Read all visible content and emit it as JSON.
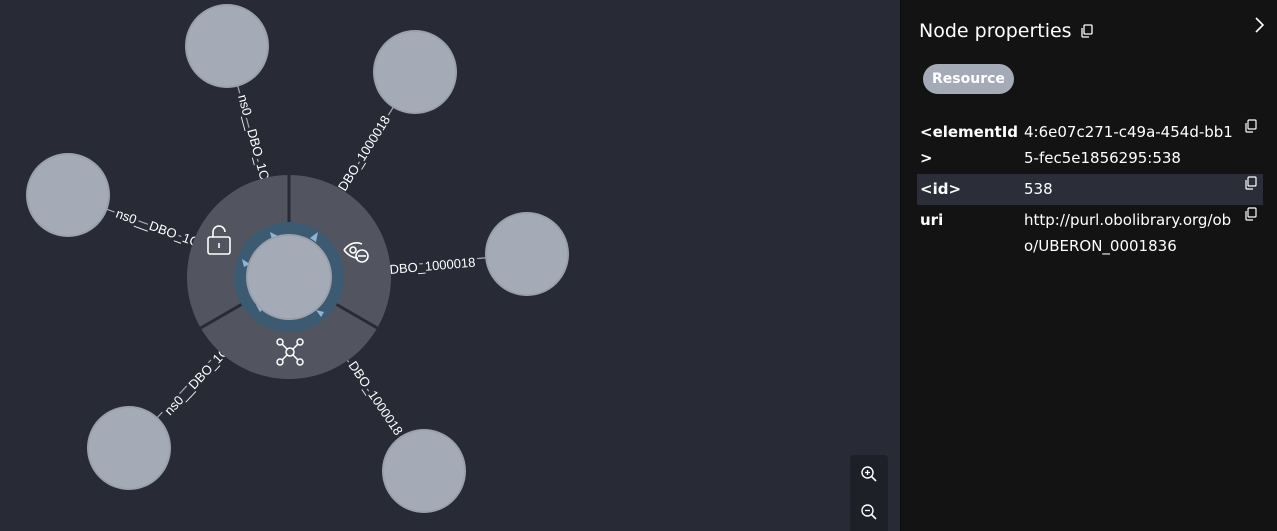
{
  "graph": {
    "relationship_labels": [
      "ns0__DBO_1C",
      "DBO_1000018",
      "ns0__DBO_1C",
      "DBO_1000018",
      "DBO_1000018",
      "ns0__DBO_1C"
    ],
    "ring_actions": [
      "lock-open-icon",
      "hide-node-icon",
      "expand-graph-icon"
    ],
    "colors": {
      "background": "#282a36",
      "node_fill": "#a5abb6",
      "node_stroke": "#9aa1ac",
      "ring_fill": "#52555f",
      "selection_ring": "#3d5a73",
      "selection_arrow": "#8fb4d4"
    }
  },
  "zoom": {
    "in_icon": "zoom-in-icon",
    "out_icon": "zoom-out-icon"
  },
  "panel": {
    "title": "Node properties",
    "label": "Resource",
    "properties": [
      {
        "key": "<elementId>",
        "value": "4:6e07c271-c49a-454d-bb15-fec5e1856295:538"
      },
      {
        "key": "<id>",
        "value": "538"
      },
      {
        "key": "uri",
        "value": "http://purl.obolibrary.org/obo/UBERON_0001836"
      }
    ],
    "colors": {
      "background": "#131313",
      "chip": "#a5abb6",
      "row_highlight": "#2b2d38"
    }
  }
}
